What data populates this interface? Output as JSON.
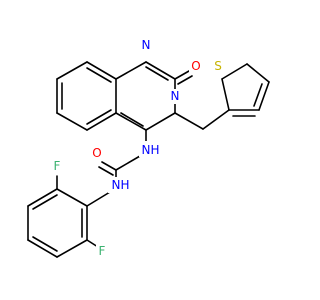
{
  "molecule": {
    "atoms": {
      "o_carbonyl": "O",
      "n1": "N",
      "n3": "N",
      "s_thiophene": "S",
      "nh_upper": "N",
      "h_upper": "H",
      "o_urea": "O",
      "nh_lower": "N",
      "h_lower": "H",
      "f_upper": "F",
      "f_lower": "F"
    },
    "colors": {
      "bond": "#000000",
      "O": "#ff0000",
      "N": "#0000ff",
      "S": "#c8b400",
      "F": "#3cb371",
      "H": "#0000ff"
    }
  }
}
